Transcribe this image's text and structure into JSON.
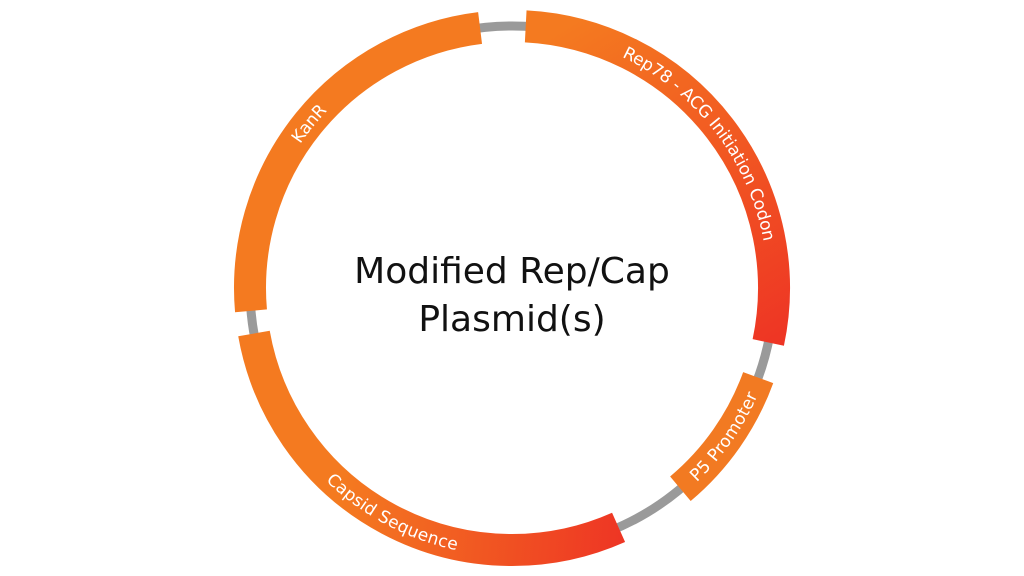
{
  "title": {
    "line1": "Modified Rep/Cap",
    "line2": "Plasmid(s)"
  },
  "backbone_color": "#9a9a9a",
  "segments": [
    {
      "id": "rep78",
      "label": "Rep78 - ACG Initiation Codon",
      "color_start": "#f47a20",
      "color_end": "#ee3424"
    },
    {
      "id": "p5",
      "label": "P5 Promoter",
      "color_start": "#f27a22",
      "color_end": "#f27a22"
    },
    {
      "id": "capsid",
      "label": "Capsid Sequence",
      "color_start": "#f47a20",
      "color_end": "#ee3424"
    },
    {
      "id": "kanr",
      "label": "KanR",
      "color_start": "#f47a20",
      "color_end": "#f47a20"
    }
  ]
}
